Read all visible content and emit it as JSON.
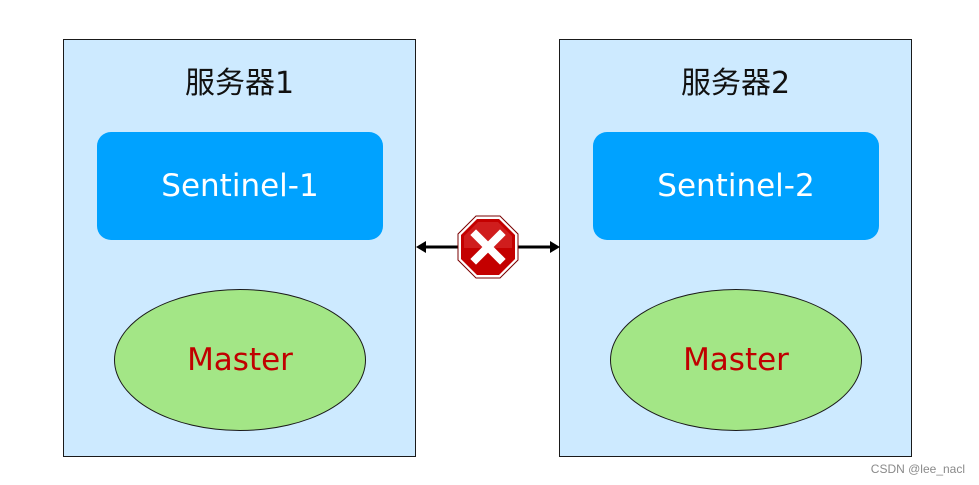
{
  "servers": [
    {
      "title": "服务器1",
      "sentinel": "Sentinel-1",
      "master": "Master"
    },
    {
      "title": "服务器2",
      "sentinel": "Sentinel-2",
      "master": "Master"
    }
  ],
  "link": {
    "state": "broken",
    "icon": "stop-x-icon"
  },
  "colors": {
    "server_bg": "#cdeaff",
    "sentinel_bg": "#00a2ff",
    "master_bg": "#a3e686",
    "master_text": "#c00000",
    "stop_sign": "#c40000"
  },
  "watermark": "CSDN @lee_nacl"
}
